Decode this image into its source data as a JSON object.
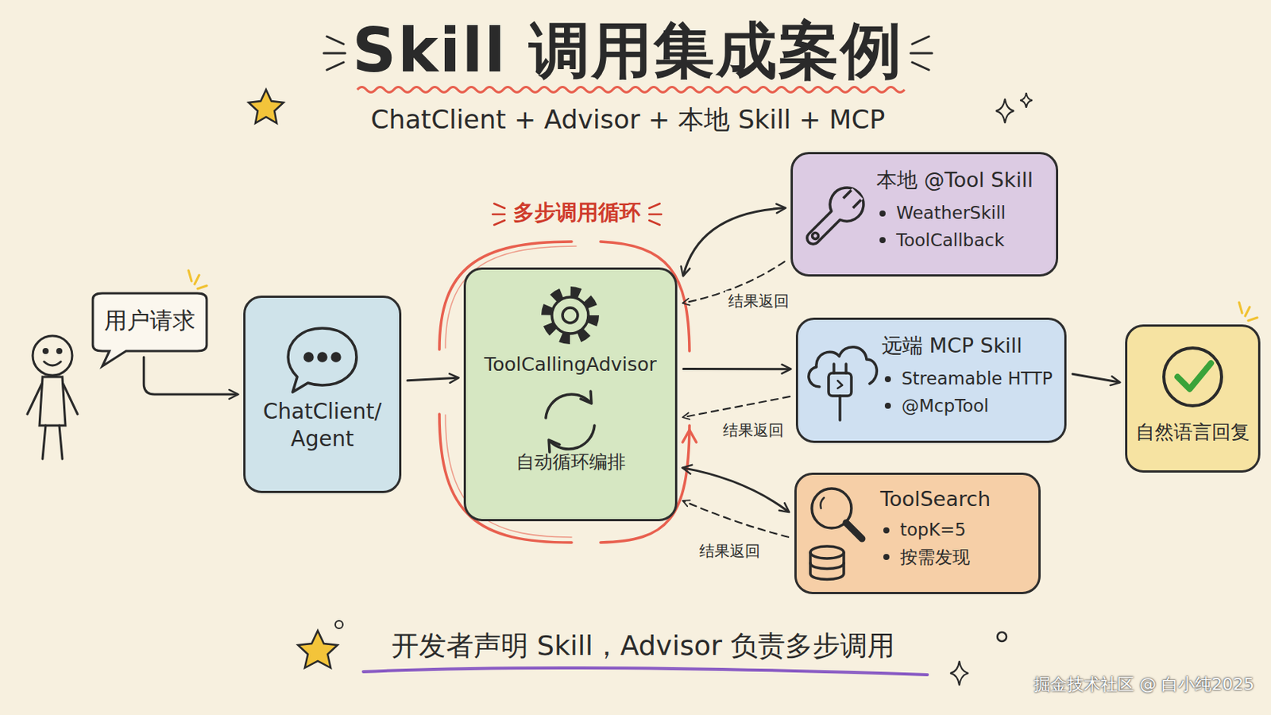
{
  "diagram": {
    "title": "Skill 调用集成案例",
    "caption": "开发者声明 Skill，Advisor 负责多步调用",
    "nodes": [
      {
        "text": [
          "用户请求"
        ]
      },
      {
        "text": [
          "ChatClient/ Agent"
        ]
      },
      {
        "text": [
          "ToolCallingAdvisor",
          "自动循环编排"
        ]
      },
      {
        "text": [
          "本地 @Tool Skill",
          "WeatherSkill",
          "ToolCallback"
        ]
      },
      {
        "text": [
          "远端 MCP Skill",
          "Streamable HTTP",
          "@McpTool"
        ]
      },
      {
        "text": [
          "ToolSearch",
          "topK=5",
          "按需发现"
        ]
      },
      {
        "text": [
          "自然语言回复"
        ]
      }
    ],
    "edges": [
      {
        "from": 0,
        "to": 1,
        "arrow": "to"
      },
      {
        "from": 1,
        "to": 2,
        "arrow": "to"
      },
      {
        "from": 2,
        "to": 3,
        "arrow": "both"
      },
      {
        "from": 3,
        "to": 2,
        "label": "结果返回",
        "arrow": "to"
      },
      {
        "from": 2,
        "to": 4,
        "arrow": "to"
      },
      {
        "from": 4,
        "to": 2,
        "label": "结果返回",
        "arrow": "to"
      },
      {
        "from": 2,
        "to": 5,
        "arrow": "both"
      },
      {
        "from": 5,
        "to": 2,
        "label": "结果返回",
        "arrow": "to"
      },
      {
        "from": 4,
        "to": 6,
        "arrow": "to"
      }
    ],
    "labels": [
      "ChatClient + Advisor + 本地 Skill + MCP",
      "多步调用循环",
      "掘金技术社区 @ 白小纯2025"
    ]
  }
}
